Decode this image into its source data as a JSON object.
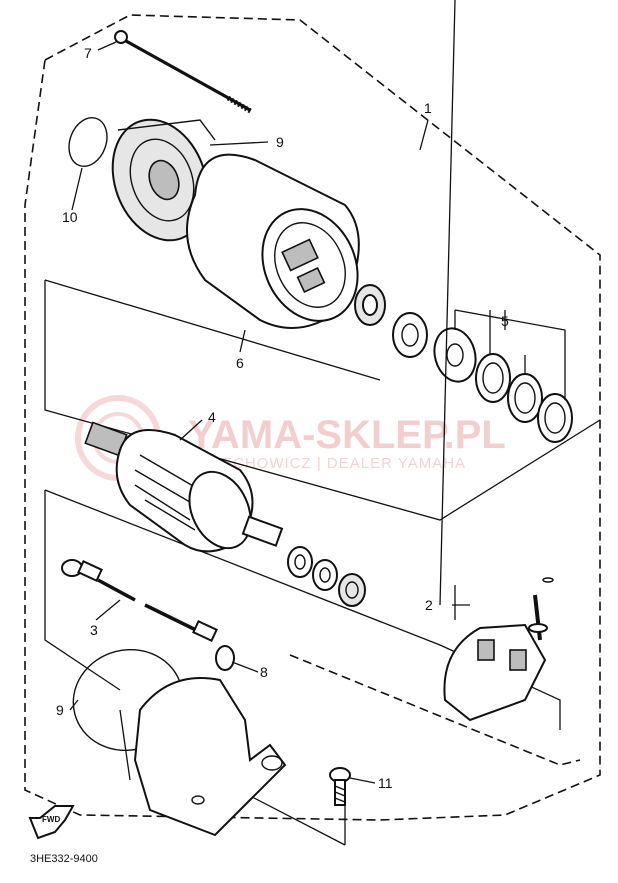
{
  "diagram": {
    "code": "3HE332-9400",
    "fwd_label": "FWD",
    "watermark": {
      "brand": "YAMA-SKLEP.PL",
      "tagline": "CIECHOWICZ | DEALER YAMAHA"
    },
    "callouts": [
      {
        "id": "c1",
        "label": "1"
      },
      {
        "id": "c2",
        "label": "2"
      },
      {
        "id": "c3",
        "label": "3"
      },
      {
        "id": "c4",
        "label": "4"
      },
      {
        "id": "c5",
        "label": "5"
      },
      {
        "id": "c6",
        "label": "6"
      },
      {
        "id": "c7",
        "label": "7"
      },
      {
        "id": "c8",
        "label": "8"
      },
      {
        "id": "c9a",
        "label": "9"
      },
      {
        "id": "c9b",
        "label": "9"
      },
      {
        "id": "c10",
        "label": "10"
      },
      {
        "id": "c11",
        "label": "11"
      }
    ]
  }
}
